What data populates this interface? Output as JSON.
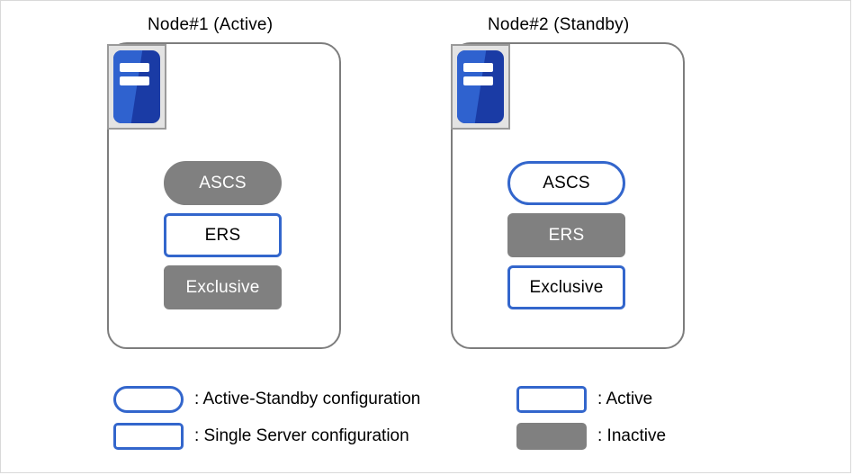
{
  "diagram": {
    "colors": {
      "accent_blue": "#3366cc",
      "inactive_gray": "#808080",
      "node_border_gray": "#7d7d7d",
      "icon_blue_light": "#2f62cf",
      "icon_blue_dark": "#1a3ba5",
      "canvas_border": "#d9d9d9"
    },
    "nodes": [
      {
        "title": "Node#1 (Active)",
        "icon": "server-icon",
        "services": [
          {
            "label": "ASCS",
            "shape": "pill",
            "state": "inactive"
          },
          {
            "label": "ERS",
            "shape": "rect",
            "state": "active"
          },
          {
            "label": "Exclusive",
            "shape": "rect",
            "state": "inactive"
          }
        ]
      },
      {
        "title": "Node#2 (Standby)",
        "icon": "server-icon",
        "services": [
          {
            "label": "ASCS",
            "shape": "pill",
            "state": "active"
          },
          {
            "label": "ERS",
            "shape": "rect",
            "state": "inactive"
          },
          {
            "label": "Exclusive",
            "shape": "rect",
            "state": "active"
          }
        ]
      }
    ],
    "legend": {
      "left": [
        {
          "shape": "pill",
          "state": "active",
          "label": ": Active-Standby configuration"
        },
        {
          "shape": "rect",
          "state": "active",
          "label": ": Single Server configuration"
        }
      ],
      "right": [
        {
          "shape": "rect",
          "state": "active",
          "label": ": Active"
        },
        {
          "shape": "rect",
          "state": "inactive",
          "label": ": Inactive"
        }
      ]
    }
  }
}
